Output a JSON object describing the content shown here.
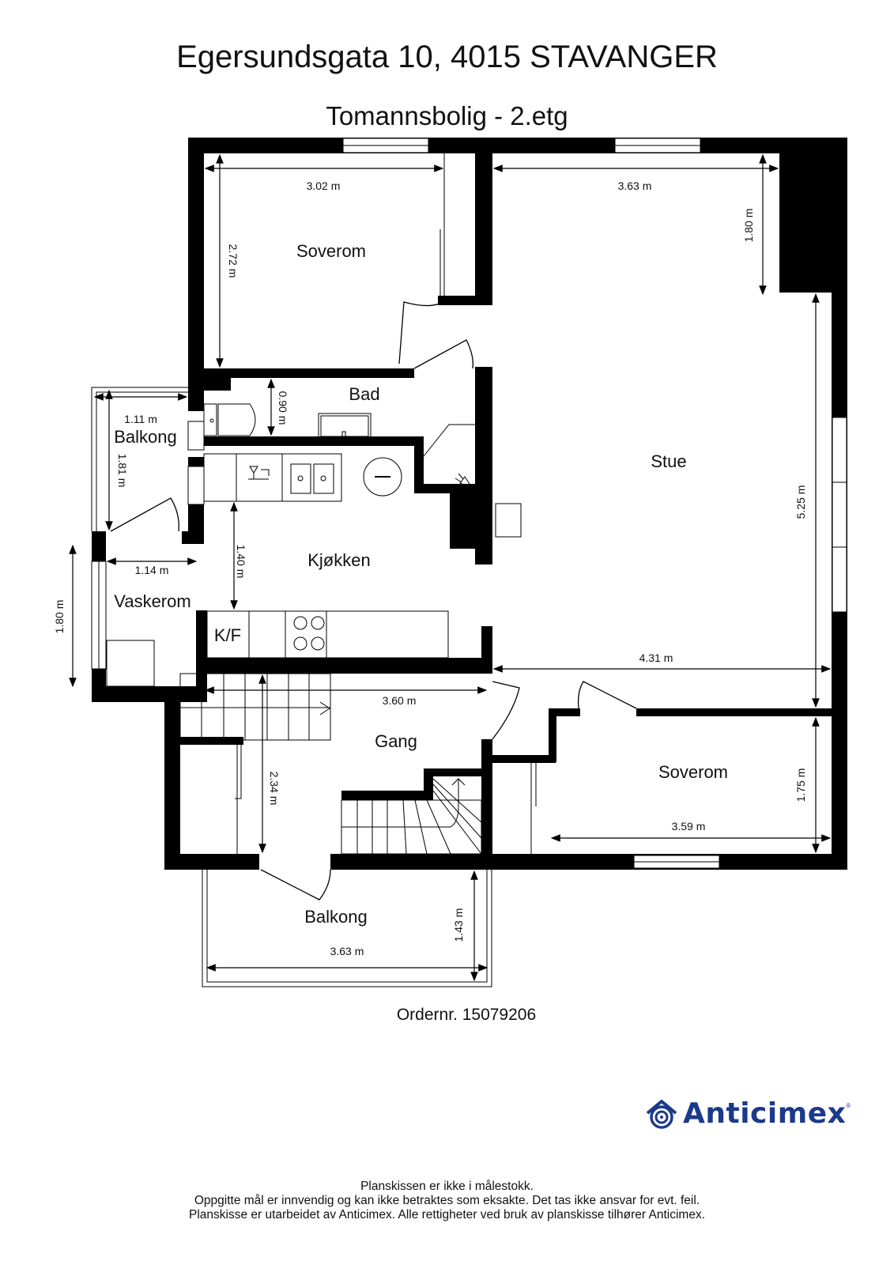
{
  "header": {
    "address": "Egersundsgata 10, 4015 STAVANGER",
    "floor_title": "Tomannsbolig  - 2.etg"
  },
  "rooms": {
    "soverom_1": "Soverom",
    "stue": "Stue",
    "bad": "Bad",
    "balkong_small": "Balkong",
    "kjokken": "Kjøkken",
    "vaskerom": "Vaskerom",
    "kf": "K/F",
    "gang": "Gang",
    "soverom_2": "Soverom",
    "balkong_large": "Balkong"
  },
  "dimensions": {
    "soverom_1_width": "3.02 m",
    "soverom_1_height": "2.72 m",
    "stue_top_width": "3.63 m",
    "stue_top_height": "1.80 m",
    "stue_height": "5.25 m",
    "stue_bottom_width": "4.31 m",
    "bad_height": "0.90 m",
    "balkong_small_width": "1.11 m",
    "balkong_small_height": "1.81 m",
    "vaskerom_width": "1.14 m",
    "vaskerom_height": "1.80 m",
    "kjokken_height": "1.40 m",
    "gang_width": "3.60 m",
    "gang_height": "2.34 m",
    "soverom_2_width": "3.59 m",
    "soverom_2_height": "1.75 m",
    "balkong_large_width": "3.63 m",
    "balkong_large_height": "1.43 m"
  },
  "footer": {
    "order_number": "Ordernr. 15079206",
    "brand": "Anticimex",
    "brand_registered": "®",
    "disclaimer_lines": [
      "Planskissen er ikke i målestokk.",
      "Oppgitte mål er innvendig og kan ikke betraktes som eksakte. Det tas ikke ansvar for evt. feil.",
      "Planskisse er utarbeidet av Anticimex. Alle rettigheter ved bruk av planskisse tilhører Anticimex."
    ]
  },
  "colors": {
    "wall": "#000000",
    "brand": "#1c3a8c"
  }
}
